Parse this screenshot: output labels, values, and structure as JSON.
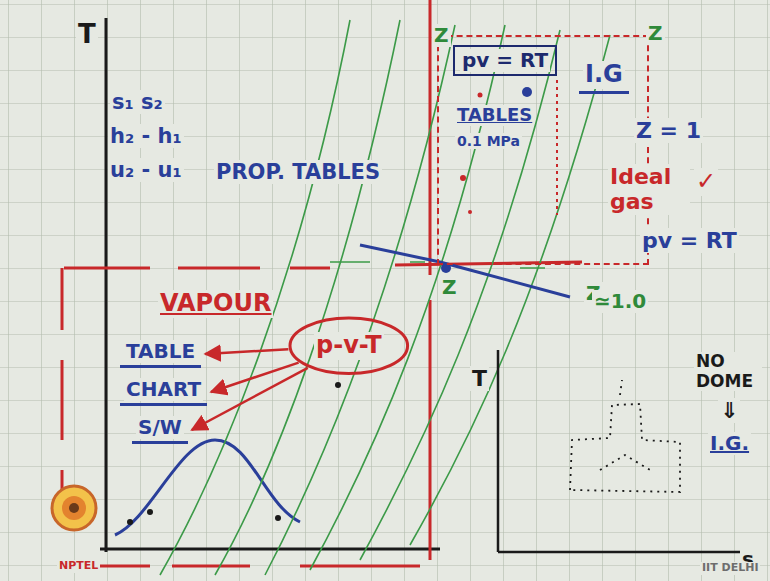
{
  "diagram": {
    "nodes": [
      {
        "text": [
          "TABLES",
          "0.1 MPa"
        ]
      },
      {
        "text": [
          "pv = RT"
        ],
        "in": 0
      },
      {
        "text": [
          "I.G"
        ],
        "in": 0
      },
      {
        "text": [
          "p-v-T"
        ]
      },
      {
        "text": [
          "TABLE"
        ]
      },
      {
        "text": [
          "CHART"
        ]
      },
      {
        "text": [
          "S/W"
        ]
      }
    ],
    "edges": [
      {
        "from": 3,
        "to": 4,
        "arrow": "to"
      },
      {
        "from": 3,
        "to": 5,
        "arrow": "to"
      },
      {
        "from": 3,
        "to": 6,
        "arrow": "to"
      }
    ],
    "labels": [
      "T",
      "s₁ s₂",
      "h₂ - h₁",
      "u₂ - u₁",
      "PROP. TABLES",
      "VAPOUR",
      "Z",
      "Z",
      "Z",
      "Z",
      "Z = 1",
      "Ideal gas",
      "✓",
      "pv = RT",
      "≃1.0",
      "T",
      "NO DOME",
      "⇓",
      "I.G.",
      "s",
      "NPTEL",
      "IIT DELHI"
    ]
  }
}
